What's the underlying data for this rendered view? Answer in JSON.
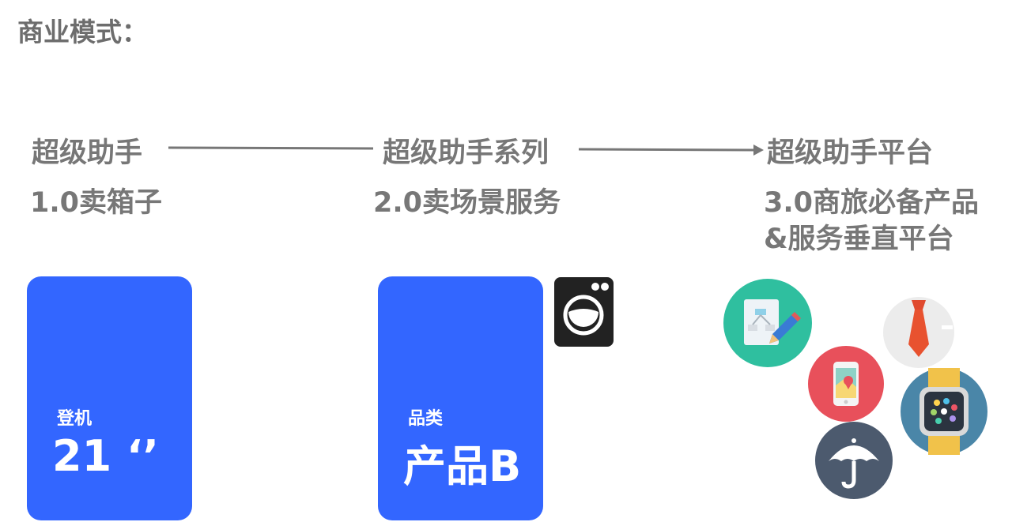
{
  "title": "商业模式：",
  "stages": [
    {
      "name": "超级助手",
      "subtitle": "1.0卖箱子"
    },
    {
      "name": "超级助手系列",
      "subtitle": "2.0卖场景服务"
    },
    {
      "name": "超级助手平台",
      "subtitle_line1": "3.0商旅必备产品",
      "subtitle_line2": "&服务垂直平台"
    }
  ],
  "cards": [
    {
      "label": "登机",
      "value": "21 ‘’"
    },
    {
      "label": "品类",
      "value": "产品B"
    }
  ],
  "icons": {
    "washer": "washing-machine-icon",
    "platform": [
      "document-edit-icon",
      "map-phone-icon",
      "necktie-icon",
      "smartwatch-icon",
      "umbrella-icon"
    ]
  },
  "colors": {
    "card": "#3366ff",
    "text": "#777777",
    "arrow": "#777777"
  }
}
